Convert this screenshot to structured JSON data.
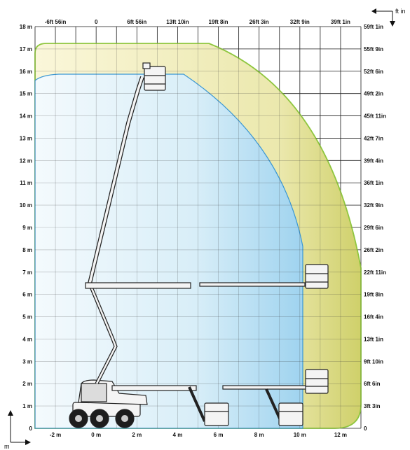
{
  "diagram": {
    "unit_right": "ft in",
    "unit_left": "m",
    "left_axis_labels": [
      "0",
      "1 m",
      "2 m",
      "3 m",
      "4 m",
      "5 m",
      "6 m",
      "7 m",
      "8 m",
      "9 m",
      "10 m",
      "11 m",
      "12 m",
      "13 m",
      "14 m",
      "15 m",
      "16 m",
      "17 m",
      "18 m"
    ],
    "right_axis_labels": [
      "0",
      "3ft 3in",
      "6ft 6in",
      "9ft 10in",
      "13ft 1in",
      "16ft 4in",
      "19ft 8in",
      "22ft 11in",
      "26ft 2in",
      "29ft 6in",
      "32ft 9in",
      "36ft 1in",
      "39ft 4in",
      "42ft 7in",
      "45ft 11in",
      "49ft 2in",
      "52ft 6in",
      "55ft 9in",
      "59ft 1in"
    ],
    "top_axis_labels": [
      "-6ft 56in",
      "0",
      "6ft 56in",
      "13ft 10in",
      "19ft 8in",
      "26ft 3in",
      "32ft 9in",
      "39ft 1in"
    ],
    "bottom_axis_labels": [
      "-2 m",
      "0 m",
      "2 m",
      "4 m",
      "6 m",
      "8 m",
      "10 m",
      "12 m"
    ],
    "envelope": {
      "outer_color": "#d7d98e",
      "outer_stroke": "#8fc63f",
      "inner_color": "#bfe3f3",
      "inner_stroke": "#3a97d4",
      "max_height_m": 17.3,
      "max_outreach_m": 10
    }
  }
}
